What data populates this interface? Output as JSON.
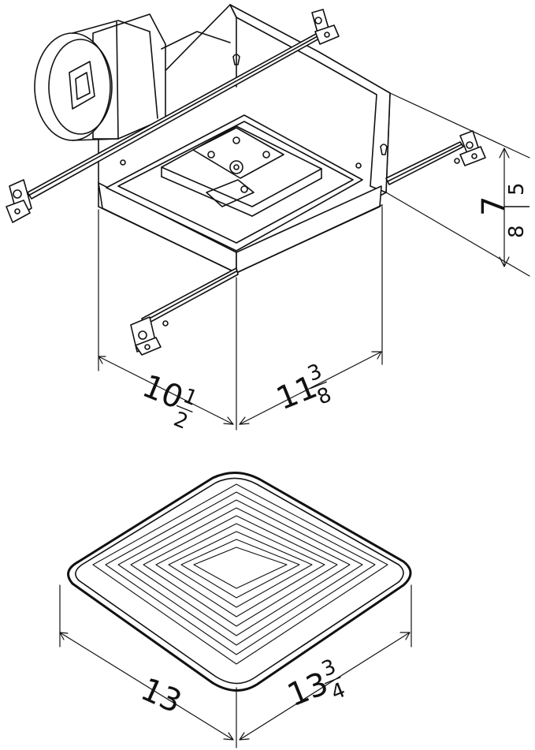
{
  "diagram": {
    "housing_dimensions": {
      "height": {
        "whole": "7",
        "numerator": "5",
        "denominator": "8"
      },
      "depth": {
        "whole": "10",
        "numerator": "1",
        "denominator": "2"
      },
      "width": {
        "whole": "11",
        "numerator": "3",
        "denominator": "8"
      }
    },
    "grille_dimensions": {
      "depth": {
        "whole": "13"
      },
      "width": {
        "whole": "13",
        "numerator": "3",
        "denominator": "4"
      }
    },
    "colors": {
      "line": "#111111",
      "background": "#ffffff"
    }
  }
}
